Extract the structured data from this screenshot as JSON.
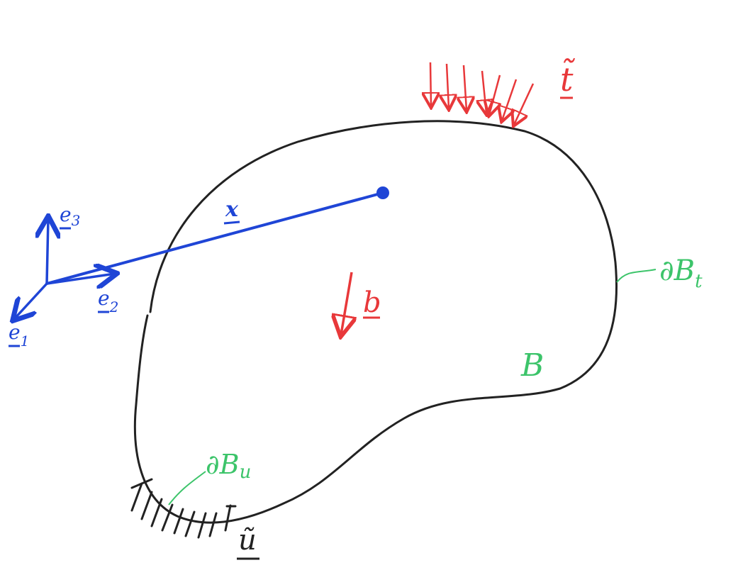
{
  "diagram": {
    "colors": {
      "body_outline": "#222222",
      "position_vector": "#1f45d6",
      "loads": "#e8383a",
      "labels_boundary": "#3cc46a"
    },
    "labels": {
      "traction": "t̃",
      "body_force": "b",
      "position": "x",
      "body": "B",
      "traction_boundary": "∂B",
      "traction_boundary_sub": "t",
      "displacement_boundary": "∂B",
      "displacement_boundary_sub": "u",
      "prescribed_displacement": "ũ",
      "basis_1": "e",
      "basis_1_sub": "1",
      "basis_2": "e",
      "basis_2_sub": "2",
      "basis_3": "e",
      "basis_3_sub": "3"
    }
  }
}
